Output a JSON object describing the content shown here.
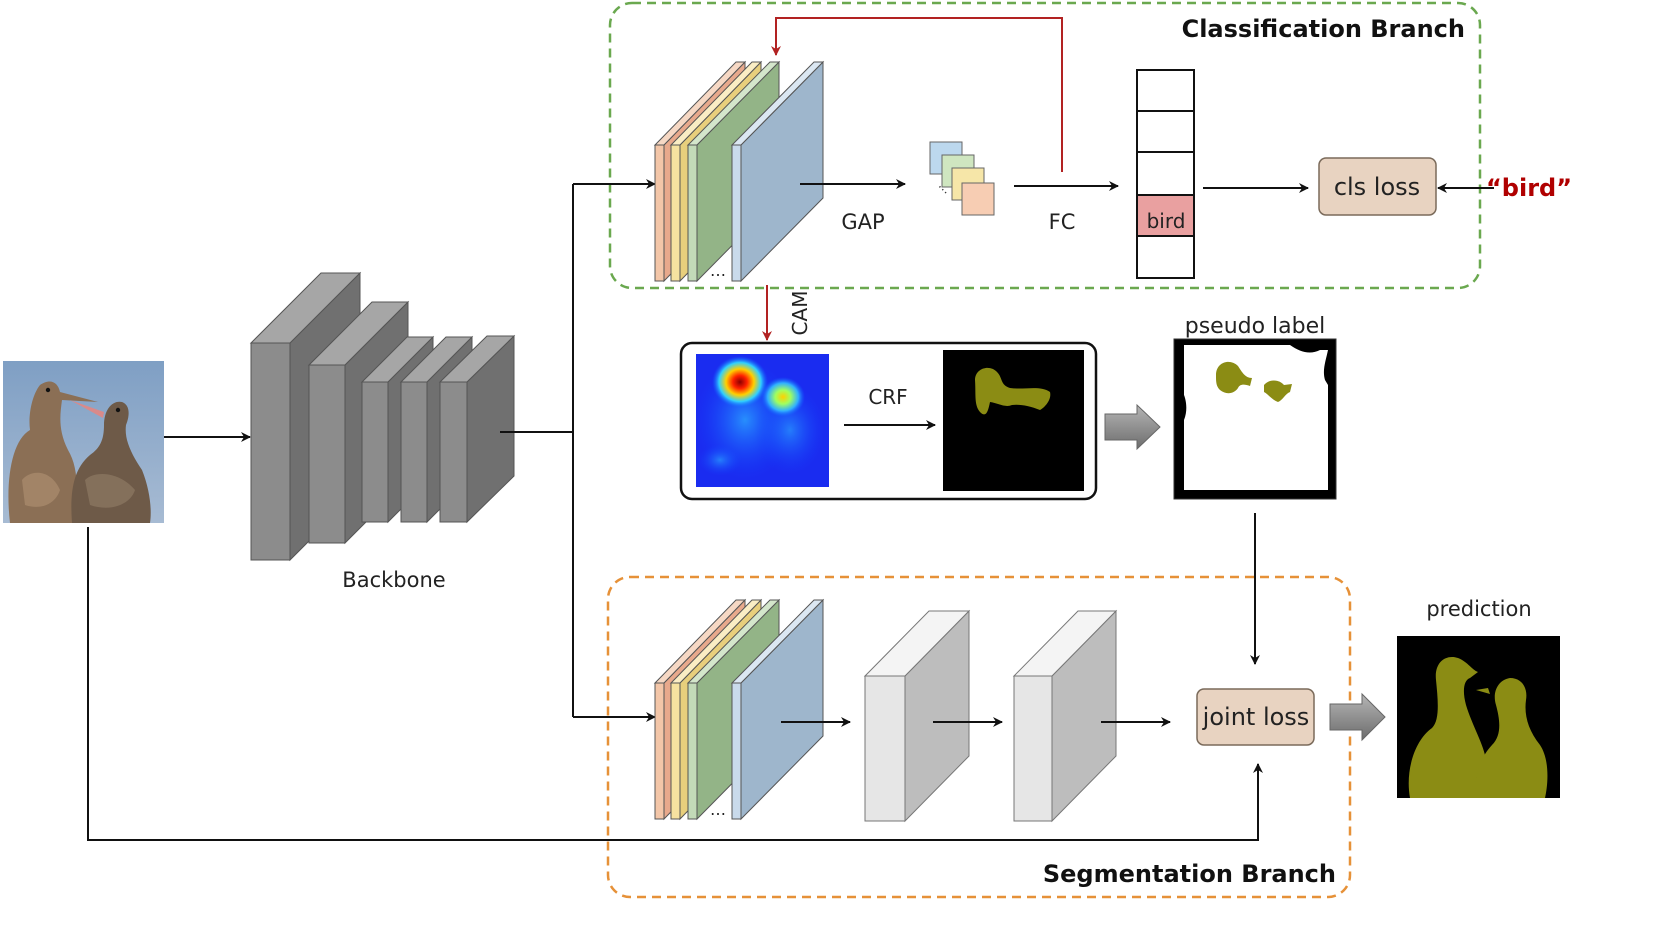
{
  "labels": {
    "classification_branch": "Classification Branch",
    "segmentation_branch": "Segmentation Branch",
    "backbone": "Backbone",
    "gap": "GAP",
    "fc": "FC",
    "cls_loss": "cls loss",
    "bird_quote": "“bird”",
    "bird_cell": "bird",
    "cam": "CAM",
    "crf": "CRF",
    "pseudo_label": "pseudo label",
    "joint_loss": "joint loss",
    "prediction": "prediction",
    "ellipsis": "…"
  },
  "colors": {
    "classification_border": "#6aa84f",
    "segmentation_border": "#e69138",
    "red_arrow": "#b22222",
    "label_red": "#b00000",
    "loss_box_fill": "#e8d3c1",
    "bird_cell_fill": "#e9a0a0",
    "feature_orange": "#f3c6a8",
    "feature_yellow": "#f6e2a0",
    "feature_green": "#a9c79c",
    "feature_blue": "#9eb6cc",
    "gray_block": "#8c8c8c",
    "light_block": "#e6e6e6",
    "mask_olive": "#8b8c14"
  },
  "icons": {
    "input_image": "bird-photo",
    "cam_heatmap": "heatmap",
    "crf_mask": "segmentation-mask",
    "pseudo_label_mask": "pseudo-label-mask",
    "prediction_mask": "prediction-mask"
  }
}
